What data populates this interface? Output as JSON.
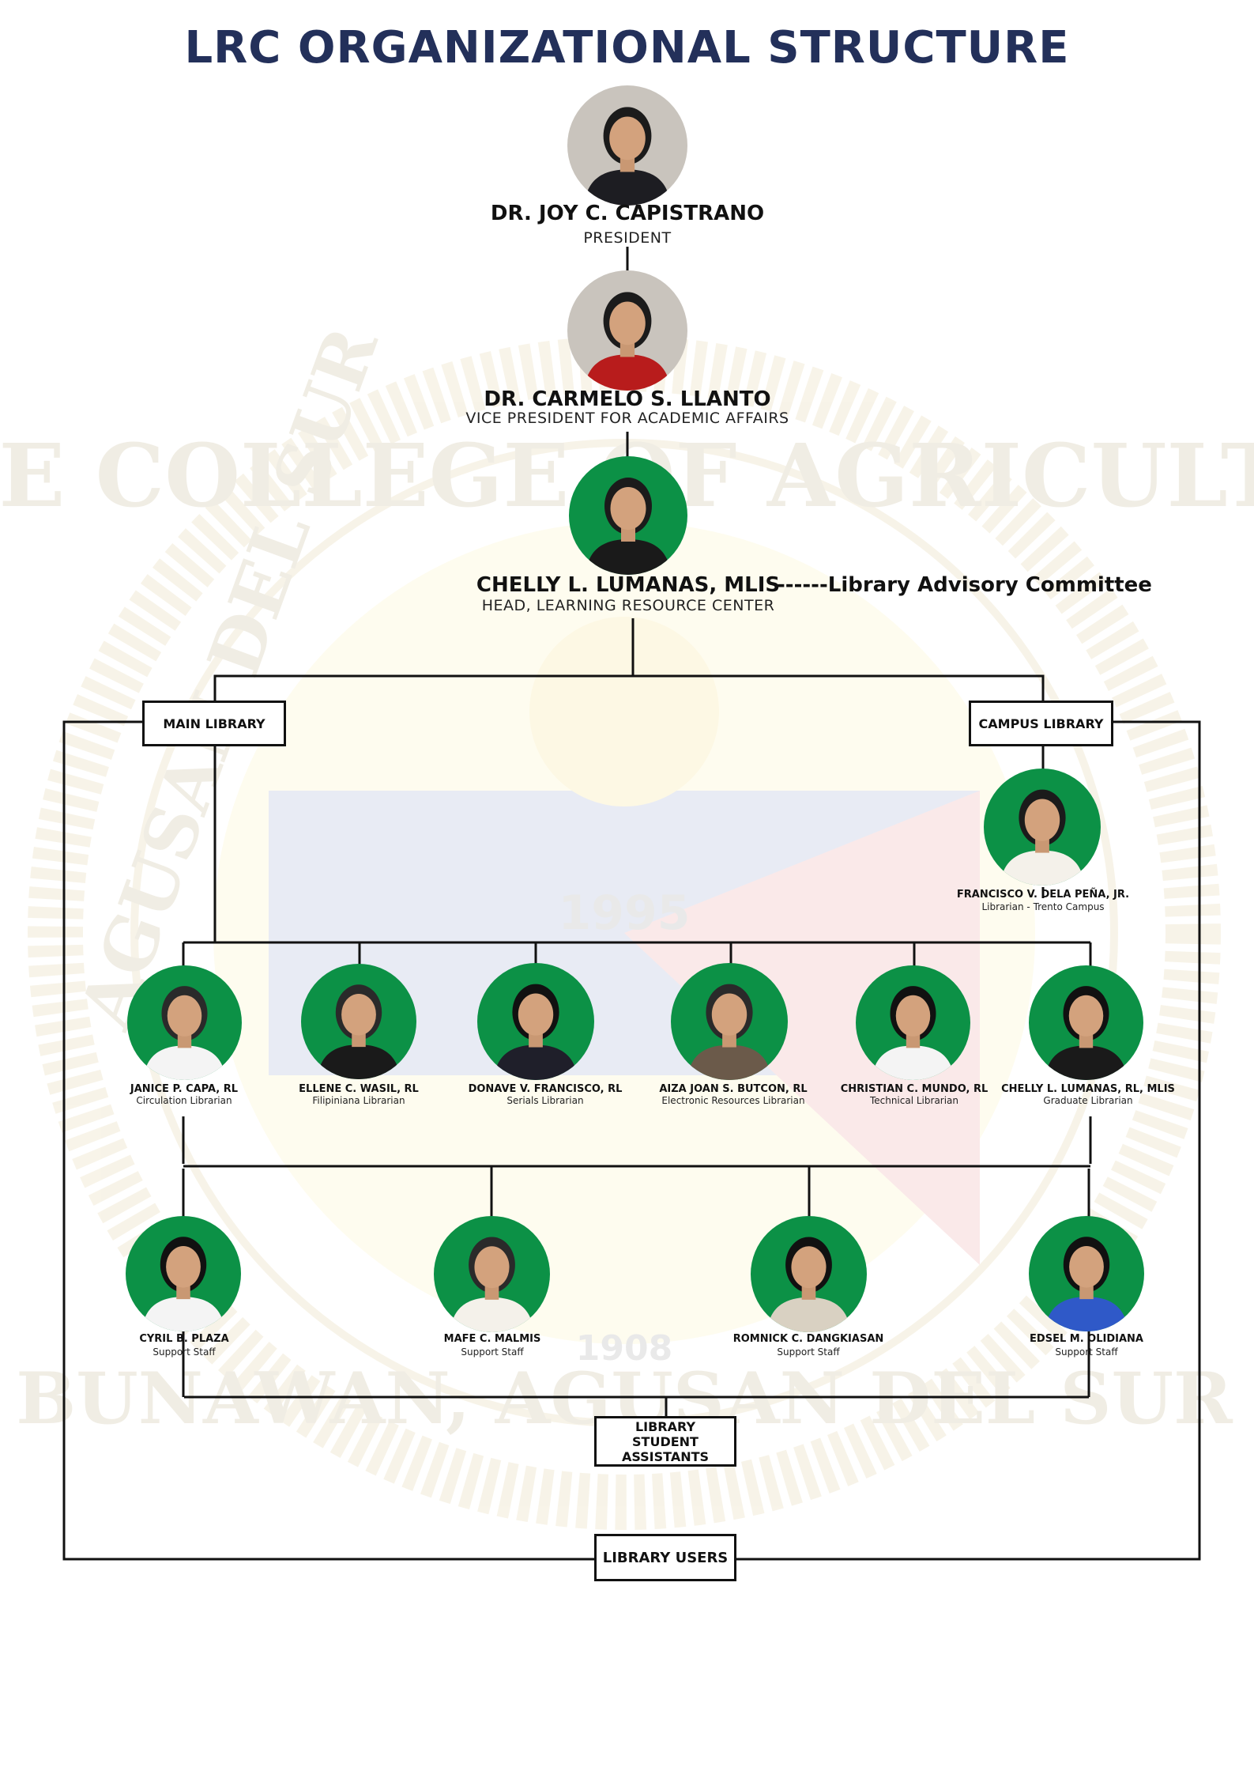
{
  "title": "LRC ORGANIZATIONAL STRUCTURE",
  "colors": {
    "title": "#23305a",
    "photo_green": "#0c9146",
    "photo_grey": "#c9c4bd",
    "line": "#111111"
  },
  "watermark": {
    "text_top": "STATE COLLEGE OF AGRICULTURE",
    "text_left": "AGUSAN DEL SUR",
    "text_bottom": "BUNAWAN, AGUSAN DEL SUR",
    "year_a": "1995",
    "year_b": "1908"
  },
  "top": [
    {
      "name": "DR. JOY C. CAPISTRANO",
      "role": "PRESIDENT"
    },
    {
      "name": "DR. CARMELO S. LLANTO",
      "role": "VICE PRESIDENT FOR ACADEMIC AFFAIRS"
    },
    {
      "name": "CHELLY L. LUMANAS, MLIS",
      "role": "HEAD, LEARNING RESOURCE CENTER"
    }
  ],
  "advisory": "------Library Advisory Committee",
  "boxes": {
    "main_library": "MAIN LIBRARY",
    "campus_library": "CAMPUS LIBRARY",
    "student_assistants": "LIBRARY STUDENT ASSISTANTS",
    "library_users": "LIBRARY USERS"
  },
  "campus": {
    "name": "FRANCISCO V. DELA PEÑA, JR.",
    "role": "Librarian - Trento Campus"
  },
  "librarians": [
    {
      "name": "JANICE P. CAPA, RL",
      "role": "Circulation Librarian"
    },
    {
      "name": "ELLENE C. WASIL, RL",
      "role": "Filipiniana Librarian"
    },
    {
      "name": "DONAVE V. FRANCISCO, RL",
      "role": "Serials Librarian"
    },
    {
      "name": "AIZA JOAN S. BUTCON, RL",
      "role": "Electronic Resources Librarian"
    },
    {
      "name": "CHRISTIAN C. MUNDO, RL",
      "role": "Technical Librarian"
    },
    {
      "name": "CHELLY L. LUMANAS, RL, MLIS",
      "role": "Graduate Librarian"
    }
  ],
  "staff": [
    {
      "name": "CYRIL B. PLAZA",
      "role": "Support Staff"
    },
    {
      "name": "MAFE C. MALMIS",
      "role": "Support Staff"
    },
    {
      "name": "ROMNICK C. DANGKIASAN",
      "role": "Support Staff"
    },
    {
      "name": "EDSEL M. OLIDIANA",
      "role": "Support Staff"
    }
  ]
}
